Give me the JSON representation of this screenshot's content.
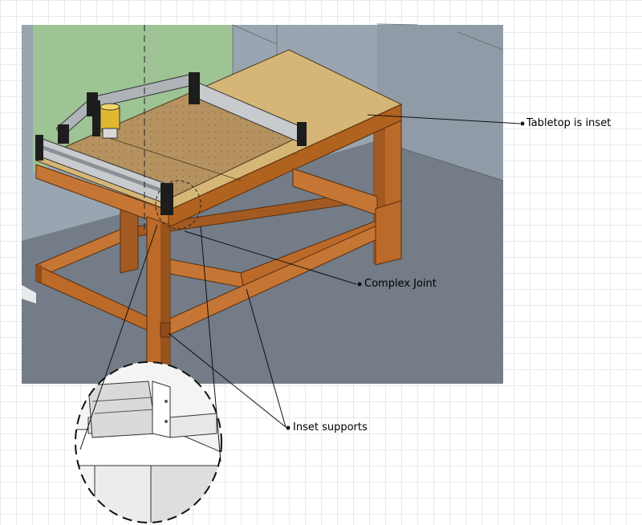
{
  "annotations": {
    "tabletop": "Tabletop is inset",
    "joint": "Complex Joint",
    "supports": "Inset supports"
  },
  "colors": {
    "floor": "#737c87",
    "wall": "#99a5b0",
    "wall_dark": "#87939e",
    "green_wall": "#9ec394",
    "wood": "#bc6a2a",
    "wood_dark": "#8f4c1b",
    "wood_light": "#d18a47",
    "tabletop": "#d5b676",
    "cnc_bed": "#b59260",
    "rail": "#c7cbce",
    "router": "#e0b730"
  },
  "icons": [
    "callout-dot-icon",
    "router-spindle-icon"
  ]
}
